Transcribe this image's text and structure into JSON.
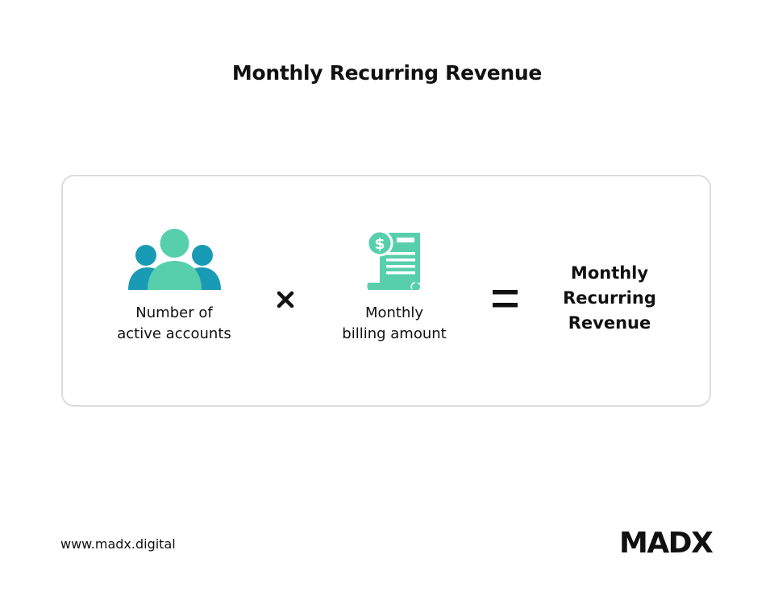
{
  "header": {
    "title": "Monthly Recurring Revenue"
  },
  "formula": {
    "term1": {
      "icon": "people-group-icon",
      "line1": "Number of",
      "line2": "active accounts"
    },
    "operator1": "times-icon",
    "term2": {
      "icon": "bill-dollar-icon",
      "line1": "Monthly",
      "line2": "billing amount"
    },
    "operator2": "equals-icon",
    "result": {
      "line1": "Monthly",
      "line2": "Recurring",
      "line3": "Revenue"
    }
  },
  "footer": {
    "url": "www.madx.digital",
    "logo_text": "MADX"
  },
  "colors": {
    "teal": "#1a9bb5",
    "mint": "#57cfad",
    "text": "#111111",
    "border": "#dddddd"
  }
}
